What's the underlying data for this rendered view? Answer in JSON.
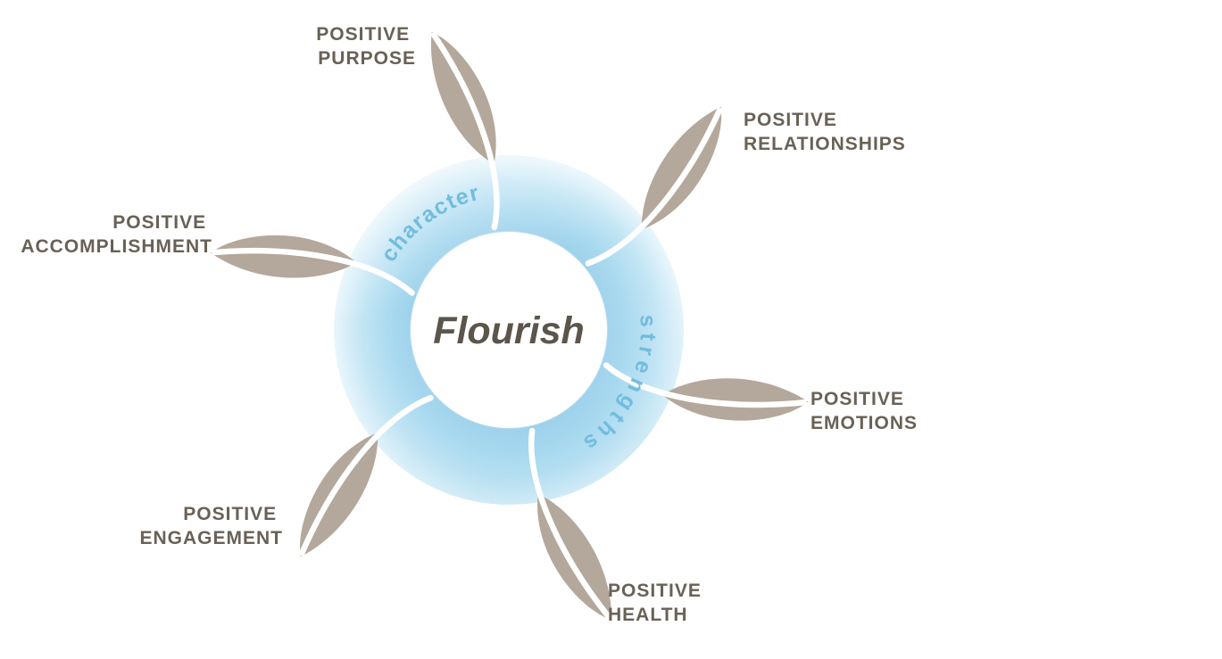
{
  "diagram": {
    "center_title": "Flourish",
    "ring_text": {
      "word1": "character",
      "word2": "strengths"
    },
    "labels": {
      "purpose": {
        "line1": "POSITIVE",
        "line2": "PURPOSE"
      },
      "relationships": {
        "line1": "POSITIVE",
        "line2": "RELATIONSHIPS"
      },
      "emotions": {
        "line1": "POSITIVE",
        "line2": "EMOTIONS"
      },
      "health": {
        "line1": "POSITIVE",
        "line2": "HEALTH"
      },
      "engagement": {
        "line1": "POSITIVE",
        "line2": "ENGAGEMENT"
      },
      "accomplishment": {
        "line1": "POSITIVE",
        "line2": "ACCOMPLISHMENT"
      }
    },
    "colors": {
      "background": "#ffffff",
      "ring_blue_inner": "#9ed2ec",
      "ring_blue_mid": "#a8d9ef",
      "ring_blue_outer": "#e9f6fc",
      "ring_text_blue": "#72bcde",
      "leaf_taupe": "#b3a89b",
      "label_gray": "#6a6156",
      "title_gray": "#5c554b",
      "stem_white": "#ffffff"
    }
  }
}
